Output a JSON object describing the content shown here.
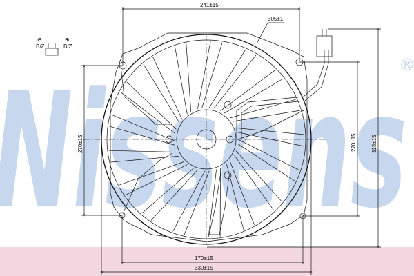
{
  "brand": {
    "name": "Nissens",
    "trademark": "®"
  },
  "colors": {
    "watermark": "#c7d7ee",
    "band": "#f3d7e1",
    "ink": "#111111"
  },
  "dimensions": {
    "top_width": "241±15",
    "shroud_diameter": "305±1",
    "left_height": "270±15",
    "right_height": "270±15",
    "overall_height": "318±15",
    "bottom_inner": "170±15",
    "bottom_outer": "330±15"
  },
  "connector_pins": {
    "negative": {
      "symbol": "⊖",
      "code": "B/Z"
    },
    "positive": {
      "symbol": "⊕",
      "code": "B/Z"
    }
  }
}
